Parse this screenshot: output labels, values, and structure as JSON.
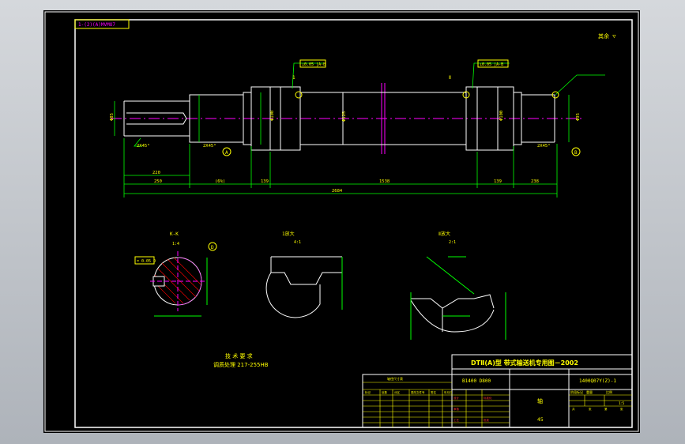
{
  "drawing": {
    "drawing_code_box": "1-(2)(A)MVMO7",
    "surface_finish_note": "其余 ▽",
    "section_kk": {
      "title": "K-K",
      "scale": "1:4"
    },
    "section_detail_1": {
      "title": "1放大",
      "scale": "4:1"
    },
    "section_detail_2": {
      "title": "Ⅱ放大",
      "scale": "2:1"
    },
    "callout_D": "D",
    "callout_B": "B",
    "callout_A": "A",
    "tech_req_title": "技 术 要 求",
    "tech_req_line": "调质处理 217-255HB",
    "dims": {
      "overall": "2684",
      "seg1": "250",
      "seg2": "(6%)",
      "seg3": "139",
      "mid": "1538",
      "seg4": "139",
      "seg5": "238",
      "key": "220",
      "d1": "Φ85",
      "d2": "Φ95",
      "d3": "Φ125",
      "d4": "Φ100",
      "chamfer": "2X45°",
      "label1": "1",
      "label2": "Ⅱ",
      "gtol1": "⊥0.05 |A-B",
      "gtol2": "⊥0.05 |A-B",
      "gtol3": "= 0.05 D"
    }
  },
  "title_block": {
    "title": "DTⅡ(A)型  带式输送机专用图－2002",
    "left_code": "B1400  D800",
    "right_code": "1400Q07Y(Z)-1",
    "part_name": "轴",
    "material": "45",
    "notes_header": "轴径尺寸表",
    "row_labels": [
      "标记",
      "处数",
      "分区",
      "更改文件号",
      "签名",
      "年月日"
    ],
    "rows": [
      [
        "设计",
        "",
        "标准化",
        ""
      ],
      [
        "审核",
        "",
        "",
        ""
      ],
      [
        "工艺",
        "",
        "批准",
        ""
      ]
    ],
    "right_labels": [
      "阶段标记",
      "重量",
      "比例"
    ],
    "right_values": [
      "",
      "",
      "1:5"
    ],
    "sheet_info": [
      "共",
      "张",
      "第",
      "张"
    ]
  }
}
